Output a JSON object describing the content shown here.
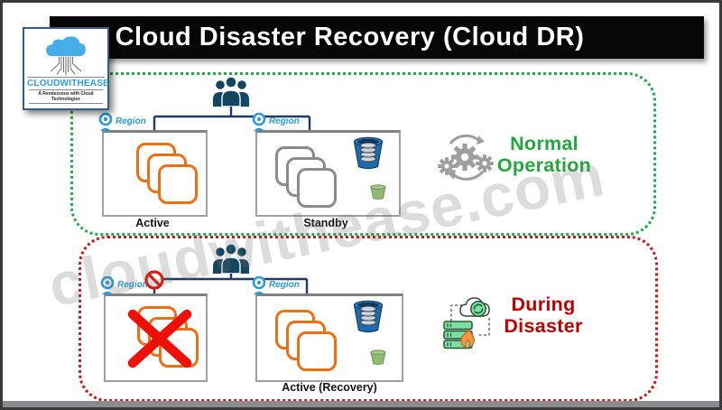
{
  "header": {
    "title": "Cloud Disaster Recovery (Cloud DR)"
  },
  "logo": {
    "name": "CLOUDWITHEASE",
    "tagline": "A Rendezvous with Cloud Technologies"
  },
  "watermark": "cloudwithease.com",
  "sections": {
    "normal": {
      "status_line1": "Normal",
      "status_line2": "Operation",
      "status_color": "#23a63e",
      "border_color": "#28a94c",
      "regions": [
        {
          "label": "Region",
          "caption": "Active",
          "instance_color": "#ed6f12",
          "has_storage": false,
          "failed": false
        },
        {
          "label": "Region",
          "caption": "Standby",
          "instance_color": "#8b8b8b",
          "has_storage": true,
          "failed": false
        }
      ]
    },
    "disaster": {
      "status_line1": "During",
      "status_line2": "Disaster",
      "status_color": "#c00000",
      "border_color": "#c41a1a",
      "regions": [
        {
          "label": "Region",
          "caption": "",
          "instance_color": "#ed6f12",
          "has_storage": false,
          "failed": true
        },
        {
          "label": "Region",
          "caption": "Active (Recovery)",
          "instance_color": "#ed6f12",
          "has_storage": true,
          "failed": false
        }
      ]
    }
  },
  "icons": {
    "users": "user-group-silhouette",
    "region_pin": "map-pin",
    "storage_bucket": "blue-bucket-with-disks",
    "small_bucket": "green-bucket",
    "gears": "operations-gears-with-sync-arrows",
    "prohibition": "no-access-sign",
    "failure_cross": "red-x",
    "disaster_recovery": "burning-servers-with-cloud-sync",
    "logo_cloud": "blue-cloud",
    "logo_network": "network-roots"
  },
  "colors": {
    "title_bar_bg": "#060606",
    "title_text": "#ffffff",
    "connector": "#1f3a66",
    "region_label": "#2e9ad2",
    "active_instance": "#ed6f12",
    "standby_instance": "#8b8b8b",
    "bucket_blue": "#1e6cb0",
    "bucket_green": "#93ba73",
    "users_icon": "#134660",
    "cross_red": "#ee1005",
    "watermark_gray": "#dcdcdc",
    "logo_blue": "#2b9fd9"
  }
}
